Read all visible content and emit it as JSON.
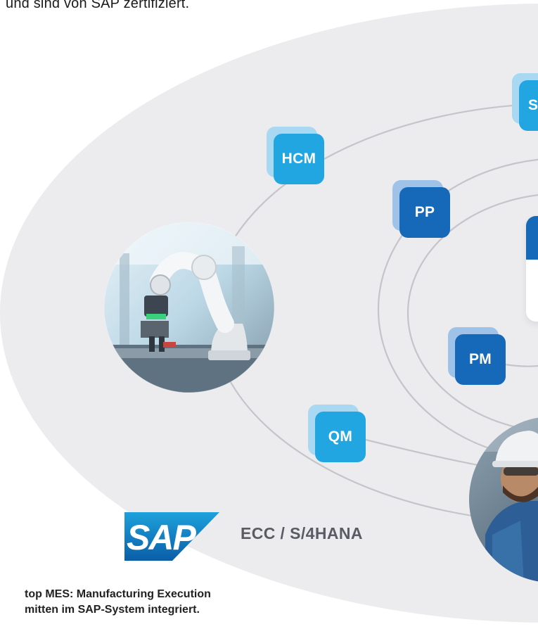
{
  "header": {
    "text": "und sind von SAP zertifiziert."
  },
  "modules": [
    {
      "label": "S",
      "style": "light"
    },
    {
      "label": "HCM",
      "style": "light"
    },
    {
      "label": "PP",
      "style": "dark"
    },
    {
      "label": "PM",
      "style": "dark"
    },
    {
      "label": "QM",
      "style": "light"
    }
  ],
  "sap": {
    "logo_text": "SAP",
    "caption": "ECC / S/4HANA"
  },
  "footer": {
    "line1": "top MES: Manufacturing Execution",
    "line2": "mitten im SAP-System integriert."
  },
  "photos": [
    {
      "subject": "robot-arm"
    },
    {
      "subject": "worker-with-helmet"
    }
  ],
  "colors": {
    "ellipse_background": "#ececef",
    "orbit_lines": "#c4c4ca",
    "module_light": "#22a6e2",
    "module_dark": "#1668b8",
    "sap_gradient_top": "#1ea1dc",
    "sap_gradient_bottom": "#0a5ea8"
  }
}
